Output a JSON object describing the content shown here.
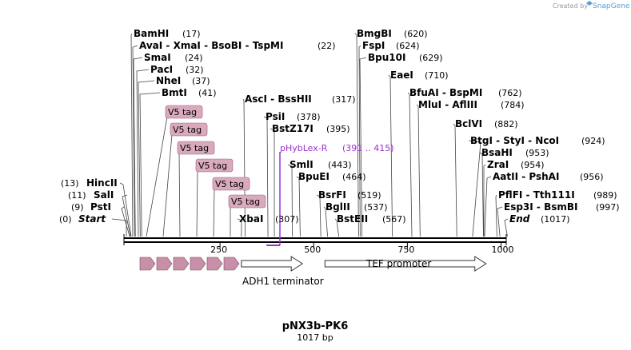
{
  "branding": {
    "created_by": "Created by",
    "product": "SnapGene"
  },
  "plasmid": {
    "name": "pNX3b-PK6",
    "length_label": "1017 bp",
    "length": 1017
  },
  "axis_ticks": [
    "250",
    "500",
    "750",
    "1000"
  ],
  "sites": [
    {
      "name": "BamHI",
      "pos": "(17)",
      "bp": 17
    },
    {
      "name": "AvaI  -  XmaI  -  BsoBI  -  TspMI",
      "pos": "(22)",
      "bp": 22
    },
    {
      "name": "SmaI",
      "pos": "(24)",
      "bp": 24
    },
    {
      "name": "PacI",
      "pos": "(32)",
      "bp": 32
    },
    {
      "name": "NheI",
      "pos": "(37)",
      "bp": 37
    },
    {
      "name": "BmtI",
      "pos": "(41)",
      "bp": 41
    },
    {
      "name": "HincII",
      "pos": "(13)",
      "bp": 13
    },
    {
      "name": "SalI",
      "pos": "(11)",
      "bp": 11
    },
    {
      "name": "PstI",
      "pos": "(9)",
      "bp": 9
    },
    {
      "name": "Start",
      "pos": "(0)",
      "bp": 0
    },
    {
      "name": "AscI  -  BssHII",
      "pos": "(317)",
      "bp": 317
    },
    {
      "name": "PsiI",
      "pos": "(378)",
      "bp": 378
    },
    {
      "name": "BstZ17I",
      "pos": "(395)",
      "bp": 395
    },
    {
      "name": "SmlI",
      "pos": "(443)",
      "bp": 443
    },
    {
      "name": "BpuEI",
      "pos": "(464)",
      "bp": 464
    },
    {
      "name": "BsrFI",
      "pos": "(519)",
      "bp": 519
    },
    {
      "name": "BglII",
      "pos": "(537)",
      "bp": 537
    },
    {
      "name": "BstEII",
      "pos": "(567)",
      "bp": 567
    },
    {
      "name": "XbaI",
      "pos": "(307)",
      "bp": 307
    },
    {
      "name": "BmgBI",
      "pos": "(620)",
      "bp": 620
    },
    {
      "name": "FspI",
      "pos": "(624)",
      "bp": 624
    },
    {
      "name": "Bpu10I",
      "pos": "(629)",
      "bp": 629
    },
    {
      "name": "EaeI",
      "pos": "(710)",
      "bp": 710
    },
    {
      "name": "BfuAI  -  BspMI",
      "pos": "(762)",
      "bp": 762
    },
    {
      "name": "MluI  -  AflIII",
      "pos": "(784)",
      "bp": 784
    },
    {
      "name": "BclVI",
      "pos": "(882)",
      "bp": 882
    },
    {
      "name": "BtgI  -  StyI  -  NcoI",
      "pos": "(924)",
      "bp": 924
    },
    {
      "name": "BsaHI",
      "pos": "(953)",
      "bp": 953
    },
    {
      "name": "ZraI",
      "pos": "(954)",
      "bp": 954
    },
    {
      "name": "AatII  -  PshAI",
      "pos": "(956)",
      "bp": 956
    },
    {
      "name": "PflFI  -  Tth111I",
      "pos": "(989)",
      "bp": 989
    },
    {
      "name": "Esp3I  -  BsmBI",
      "pos": "(997)",
      "bp": 997
    },
    {
      "name": "End",
      "pos": "(1017)",
      "bp": 1017
    }
  ],
  "primer": {
    "label": "pHybLex-R",
    "range": "(391 .. 415)",
    "start": 391,
    "end": 415,
    "color": "#9b30d0"
  },
  "tags": [
    "V5 tag",
    "V5 tag",
    "V5 tag",
    "V5 tag",
    "V5 tag",
    "V5 tag"
  ],
  "features": [
    {
      "label": "ADH1 terminator",
      "start": 307,
      "end": 470
    },
    {
      "label": "TEF promoter",
      "start": 530,
      "end": 960
    }
  ],
  "colors": {
    "tag_fill": "#d9a9bd",
    "tag_stroke": "#a0607a",
    "arrow_fill": "#c98fa8",
    "backbone": "#000000",
    "brand": "#5b9bd5"
  }
}
